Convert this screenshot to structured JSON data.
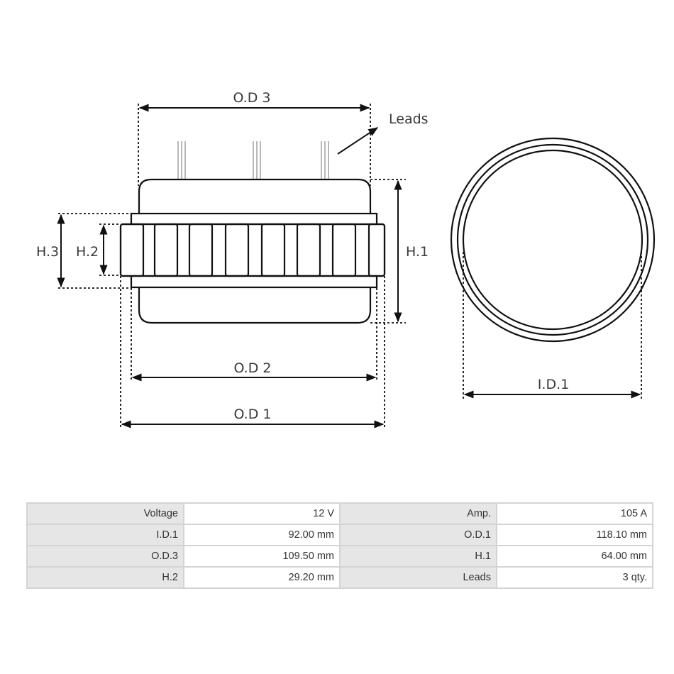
{
  "diagram": {
    "title": "Alternator stator dimension drawing",
    "labels": {
      "od3": "O.D 3",
      "od2": "O.D 2",
      "od1": "O.D 1",
      "h1": "H.1",
      "h2": "H.2",
      "h3": "H.3",
      "id1": "I.D.1",
      "leads": "Leads"
    },
    "views": [
      "side-view",
      "top-view"
    ],
    "lead_groups": 3,
    "coil_segments": 8,
    "line_color": "#111111",
    "lead_color": "#9a9a9a"
  },
  "spec_table": {
    "rows": [
      [
        {
          "label": "Voltage",
          "value": "12 V"
        },
        {
          "label": "Amp.",
          "value": "105 A"
        }
      ],
      [
        {
          "label": "I.D.1",
          "value": "92.00 mm"
        },
        {
          "label": "O.D.1",
          "value": "118.10 mm"
        }
      ],
      [
        {
          "label": "O.D.3",
          "value": "109.50 mm"
        },
        {
          "label": "H.1",
          "value": "64.00 mm"
        }
      ],
      [
        {
          "label": "H.2",
          "value": "29.20 mm"
        },
        {
          "label": "Leads",
          "value": "3 qty."
        }
      ]
    ],
    "colors": {
      "label_bg": "#e6e6e6",
      "value_bg": "#ffffff",
      "border": "#d4d4d4"
    }
  }
}
